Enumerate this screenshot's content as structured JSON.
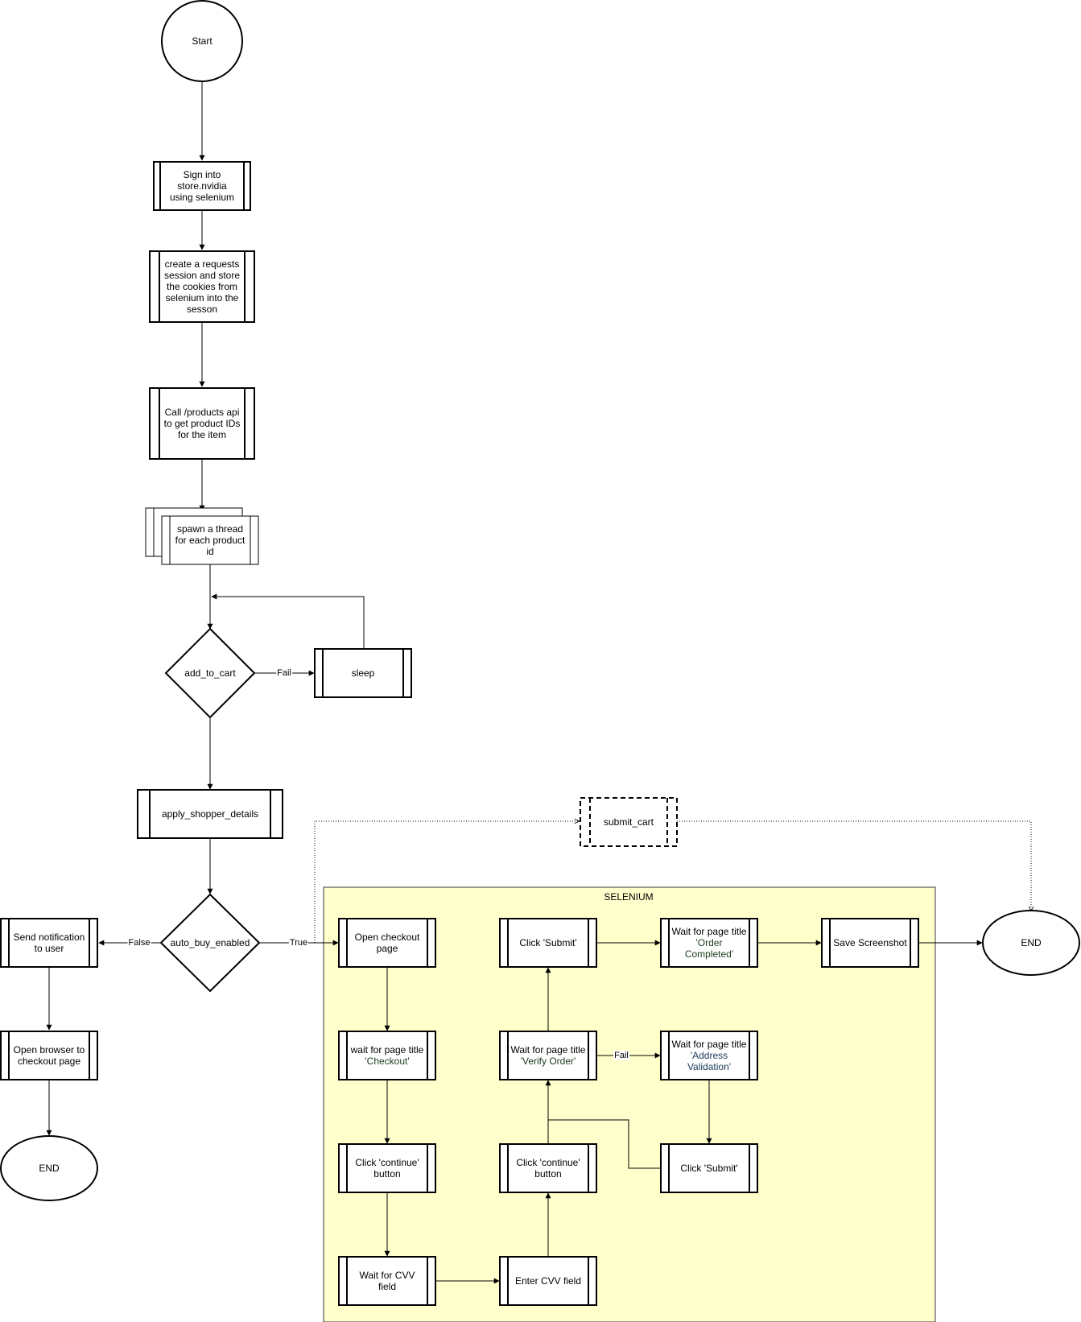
{
  "colors": {
    "stroke": "#000000",
    "container_fill": "#ffffcc",
    "container_stroke": "#36393d",
    "quote_text": "#1a3b1a"
  },
  "container": {
    "title": "SELENIUM"
  },
  "nodes": [
    {
      "id": "start",
      "text": "Start"
    },
    {
      "id": "sign-in",
      "text": "Sign into\nstore.nvidia\nusing selenium"
    },
    {
      "id": "requests-session",
      "text": "create a requests\nsession and store\nthe cookies from\nselenium into the\nsesson"
    },
    {
      "id": "call-products-api",
      "text": "Call /products api\nto get product IDs\nfor the item"
    },
    {
      "id": "spawn-thread",
      "text": "spawn a thread\nfor each product\nid"
    },
    {
      "id": "add-to-cart",
      "text": "add_to_cart"
    },
    {
      "id": "sleep",
      "text": "sleep"
    },
    {
      "id": "apply-shopper-details",
      "text": "apply_shopper_details"
    },
    {
      "id": "auto-buy-enabled",
      "text": "auto_buy_enabled"
    },
    {
      "id": "send-notification",
      "text": "Send notification\nto user"
    },
    {
      "id": "open-browser",
      "text": "Open browser to\ncheckout page"
    },
    {
      "id": "end-left",
      "text": "END"
    },
    {
      "id": "submit-cart",
      "text": "submit_cart"
    },
    {
      "id": "open-checkout",
      "text": "Open checkout\npage"
    },
    {
      "id": "wait-checkout",
      "text": "wait for page title",
      "quote": "'Checkout'"
    },
    {
      "id": "click-continue-1",
      "text": "Click 'continue'\nbutton"
    },
    {
      "id": "wait-cvv",
      "text": "Wait for CVV\nfield"
    },
    {
      "id": "enter-cvv",
      "text": "Enter CVV field"
    },
    {
      "id": "click-continue-2",
      "text": "Click 'continue'\nbutton"
    },
    {
      "id": "wait-verify-order",
      "text": "Wait for page title",
      "quote": "'Verify Order'"
    },
    {
      "id": "click-submit-1",
      "text": "Click 'Submit'"
    },
    {
      "id": "wait-address-validation",
      "text": "Wait for page title",
      "quote": "'Address\nValidation'"
    },
    {
      "id": "click-submit-2",
      "text": "Click 'Submit'"
    },
    {
      "id": "wait-order-completed",
      "text": "Wait for page title",
      "quote": "'Order\nCompleted'"
    },
    {
      "id": "save-screenshot",
      "text": "Save Screenshot"
    },
    {
      "id": "end-right",
      "text": "END"
    }
  ],
  "edge_labels": [
    {
      "id": "fail-sleep",
      "text": "Fail"
    },
    {
      "id": "false-branch",
      "text": "False"
    },
    {
      "id": "true-branch",
      "text": "True"
    },
    {
      "id": "fail-address",
      "text": "Fail"
    }
  ]
}
